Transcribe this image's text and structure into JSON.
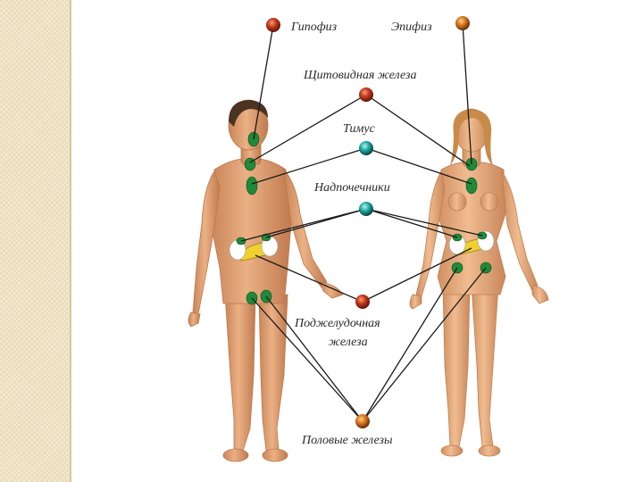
{
  "labels": {
    "pituitary": "Гипофиз",
    "pineal": "Эпифиз",
    "thyroid": "Щитовидная железа",
    "thymus": "Тимус",
    "adrenal": "Надпочечники",
    "pancreas_line1": "Поджелудочная",
    "pancreas_line2": "железа",
    "gonads": "Половые железы"
  },
  "colors": {
    "skin": "#e8a878",
    "skin_shade": "#c9875a",
    "hair_male": "#4a3322",
    "hair_female": "#c98a4a",
    "gland_green": "#1f8a3a",
    "dot_red": "#c83a1e",
    "dot_orange": "#d9701c",
    "dot_teal": "#1aa5a0",
    "line": "#1a1a1a"
  }
}
